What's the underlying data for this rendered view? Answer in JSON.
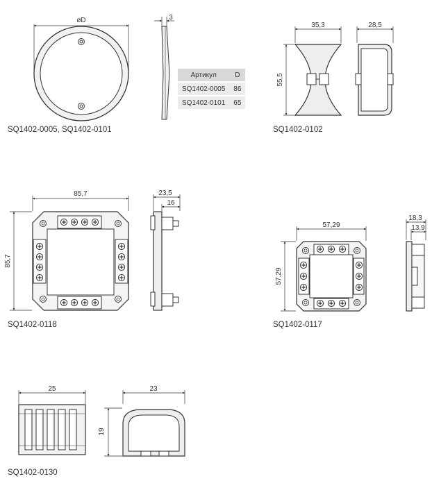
{
  "drawing": {
    "caption_cover": "SQ1402-0005, SQ1402-0101",
    "caption_0102": "SQ1402-0102",
    "caption_0118": "SQ1402-0118",
    "caption_0117": "SQ1402-0117",
    "caption_0130": "SQ1402-0130",
    "dims": {
      "cover_diameter": "øD",
      "cover_thickness": "3",
      "d0102_width": "35,3",
      "d0102_depth": "28,5",
      "d0102_height": "55,5",
      "d0118_width": "85,7",
      "d0118_height": "85,7",
      "d0118_depth": "23,5",
      "d0118_depth2": "16",
      "d0117_width": "57,29",
      "d0117_height": "57,29",
      "d0117_depth": "18,3",
      "d0117_depth2": "13,9",
      "d0130_width": "25",
      "d0130_side": "23",
      "d0130_height": "19"
    }
  },
  "spec_table": {
    "headers": [
      "Артикул",
      "D"
    ],
    "rows": [
      {
        "article": "SQ1402-0005",
        "d": "86"
      },
      {
        "article": "SQ1402-0101",
        "d": "65"
      }
    ]
  }
}
